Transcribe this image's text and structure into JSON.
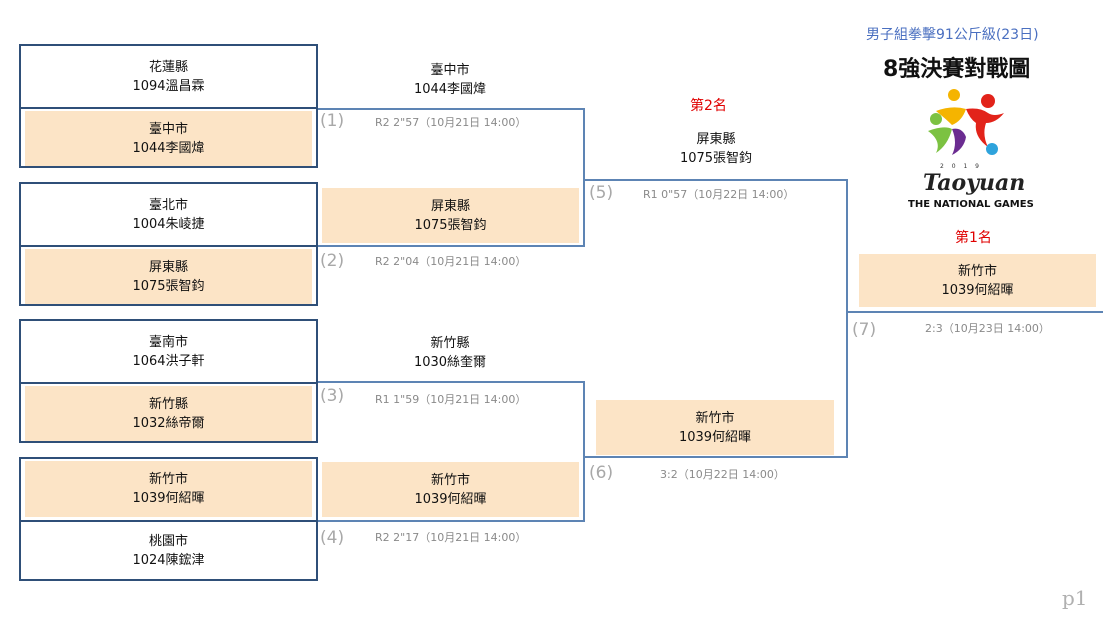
{
  "header": {
    "subtitle": "男子組拳擊91公斤級(23日)",
    "title": "8強決賽對戰圖",
    "logo_year": "2 0 1 9",
    "logo_text": "Taoyuan",
    "games": "THE NATIONAL GAMES"
  },
  "round1": [
    {
      "team": "花蓮縣",
      "player": "1094溫昌霖"
    },
    {
      "team": "臺中市",
      "player": "1044李國煒"
    },
    {
      "team": "臺北市",
      "player": "1004朱崚捷"
    },
    {
      "team": "屏東縣",
      "player": "1075張智鈞"
    },
    {
      "team": "臺南市",
      "player": "1064洪子軒"
    },
    {
      "team": "新竹縣",
      "player": "1032絲帝爾"
    },
    {
      "team": "新竹市",
      "player": "1039何紹暉"
    },
    {
      "team": "桃園市",
      "player": "1024陳鋐津"
    }
  ],
  "quarterfinal_winners": [
    {
      "team": "臺中市",
      "player": "1044李國煒"
    },
    {
      "team": "屏東縣",
      "player": "1075張智鈞"
    },
    {
      "team": "新竹縣",
      "player": "1030絲奎爾"
    },
    {
      "team": "新竹市",
      "player": "1039何紹暉"
    }
  ],
  "semifinal_winners": [
    {
      "team": "屏東縣",
      "player": "1075張智鈞"
    },
    {
      "team": "新竹市",
      "player": "1039何紹暉"
    }
  ],
  "champion": {
    "team": "新竹市",
    "player": "1039何紹暉"
  },
  "ranks": {
    "second": "第2名",
    "first": "第1名"
  },
  "match_numbers": [
    "(1)",
    "(2)",
    "(3)",
    "(4)",
    "(5)",
    "(6)",
    "(7)"
  ],
  "match_results": [
    "R2 2\"57（10月21日 14:00）",
    "R2 2\"04（10月21日 14:00）",
    "R1 1\"59（10月21日 14:00）",
    "R2 2\"17（10月21日 14:00）",
    "R1 0\"57（10月22日 14:00）",
    "3:2（10月22日 14:00）",
    "2:3（10月23日 14:00）"
  ],
  "page_label": "p1",
  "colors": {
    "winner_fill": "#fce4c6",
    "border": "#2f4f78",
    "line": "#5d84b4",
    "rank": "#e00000"
  }
}
